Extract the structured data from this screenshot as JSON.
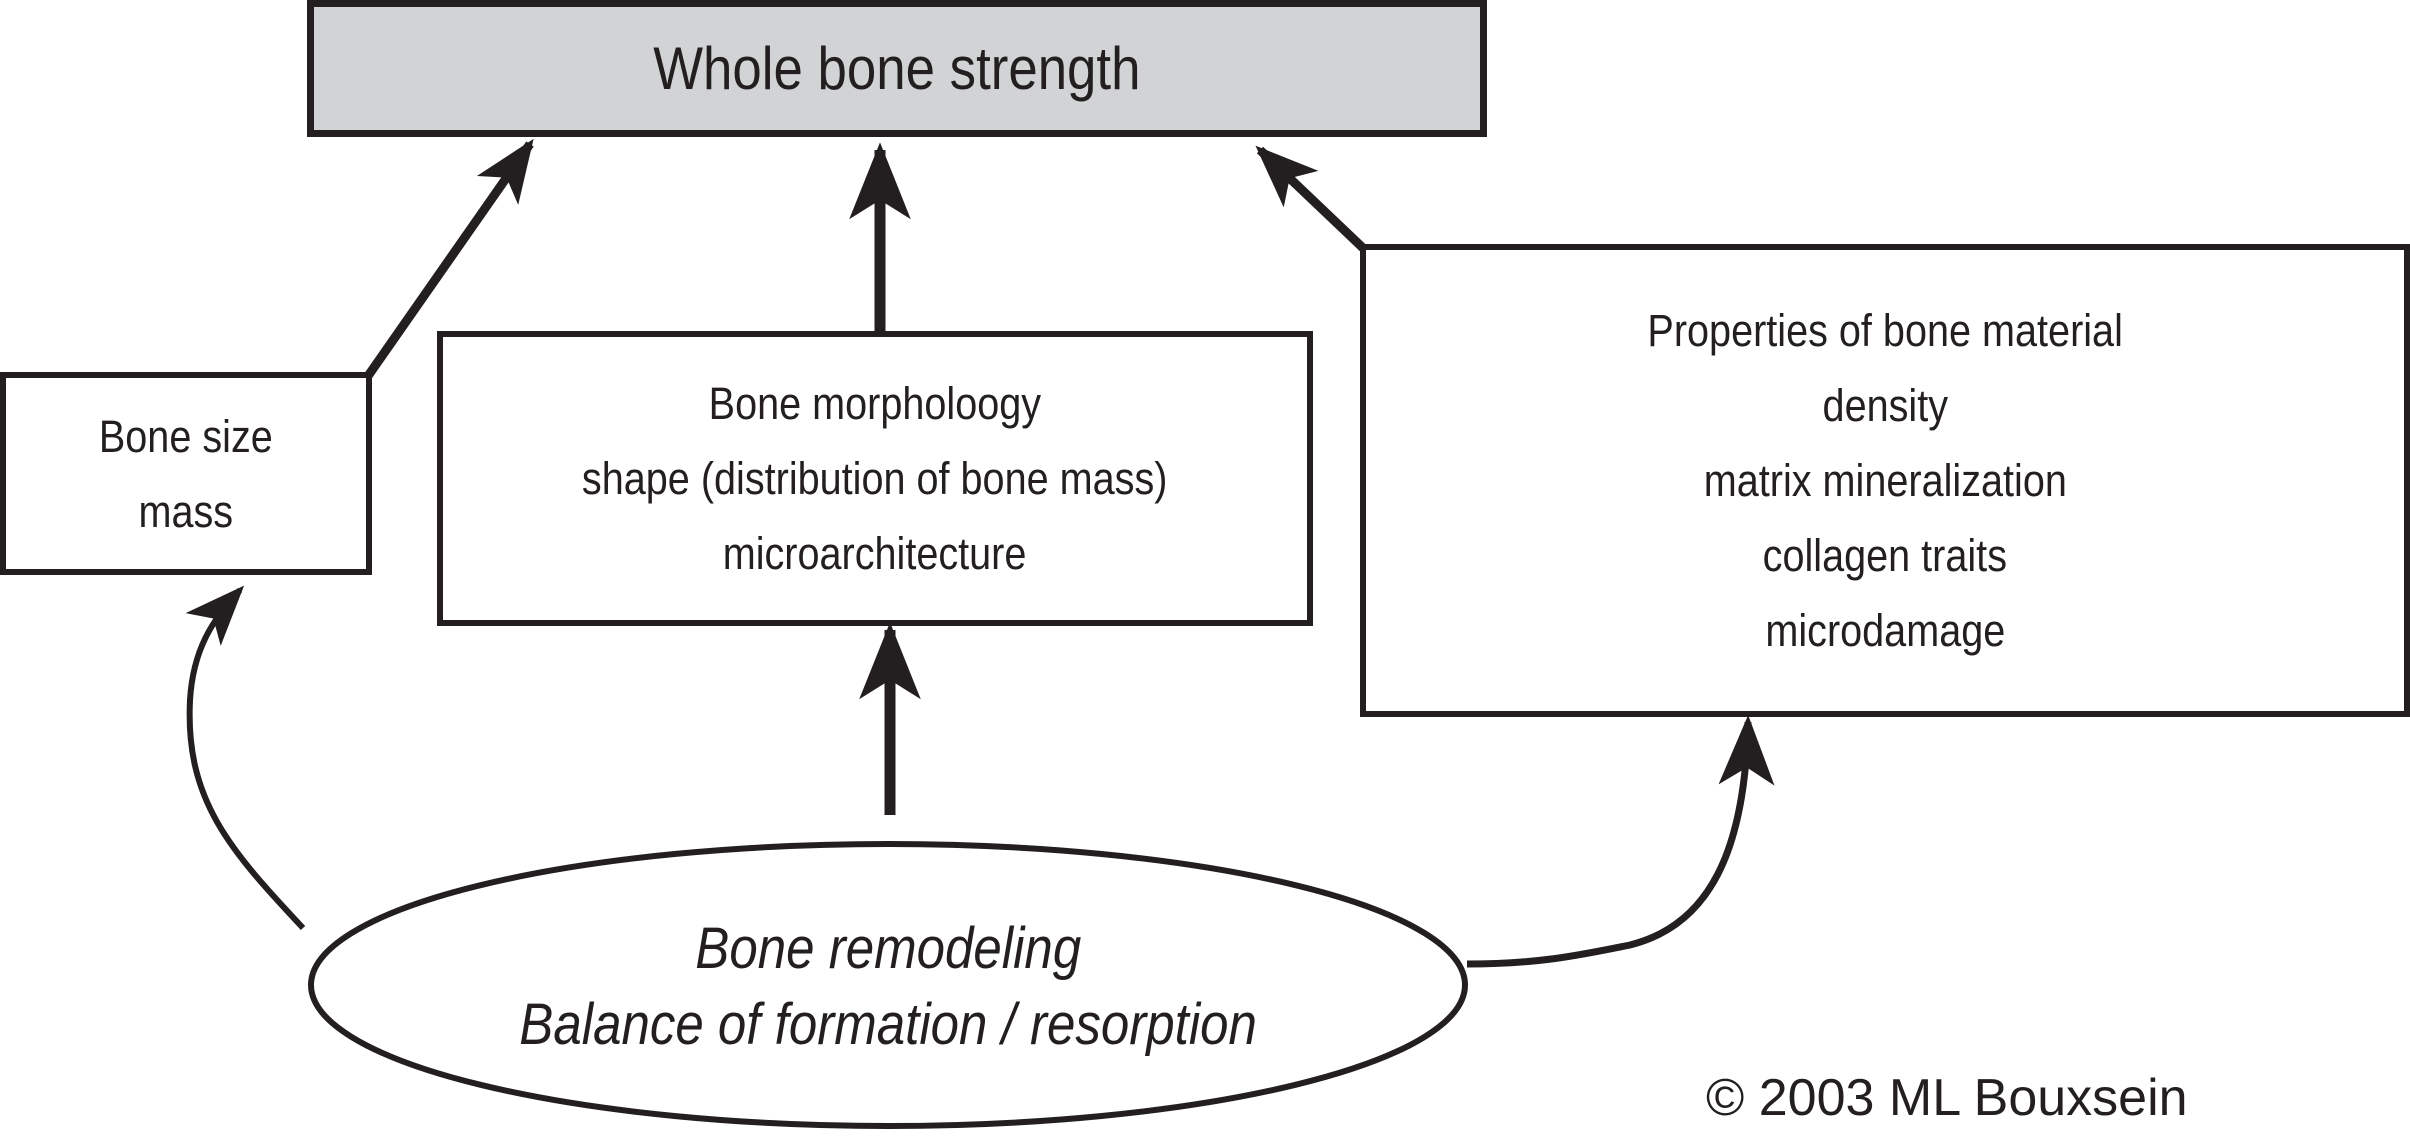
{
  "diagram": {
    "title": "Whole bone strength",
    "nodes": {
      "strength": {
        "label": "Whole bone strength"
      },
      "size": {
        "lines": [
          "Bone size",
          "mass"
        ]
      },
      "morphology": {
        "lines": [
          "Bone morpholoogy",
          "shape (distribution of bone mass)",
          "microarchitecture"
        ]
      },
      "material": {
        "lines": [
          "Properties of bone material",
          "density",
          "matrix mineralization",
          "collagen traits",
          "microdamage"
        ]
      },
      "remodeling": {
        "lines": [
          "Bone remodeling",
          "Balance of formation / resorption"
        ]
      }
    },
    "edges": [
      {
        "from": "size",
        "to": "strength"
      },
      {
        "from": "morphology",
        "to": "strength"
      },
      {
        "from": "material",
        "to": "strength"
      },
      {
        "from": "remodeling",
        "to": "size"
      },
      {
        "from": "remodeling",
        "to": "morphology"
      },
      {
        "from": "remodeling",
        "to": "material"
      }
    ],
    "copyright": "© 2003 ML Bouxsein",
    "colors": {
      "stroke": "#231f20",
      "top_fill": "#d1d3d4",
      "background": "#ffffff"
    }
  }
}
